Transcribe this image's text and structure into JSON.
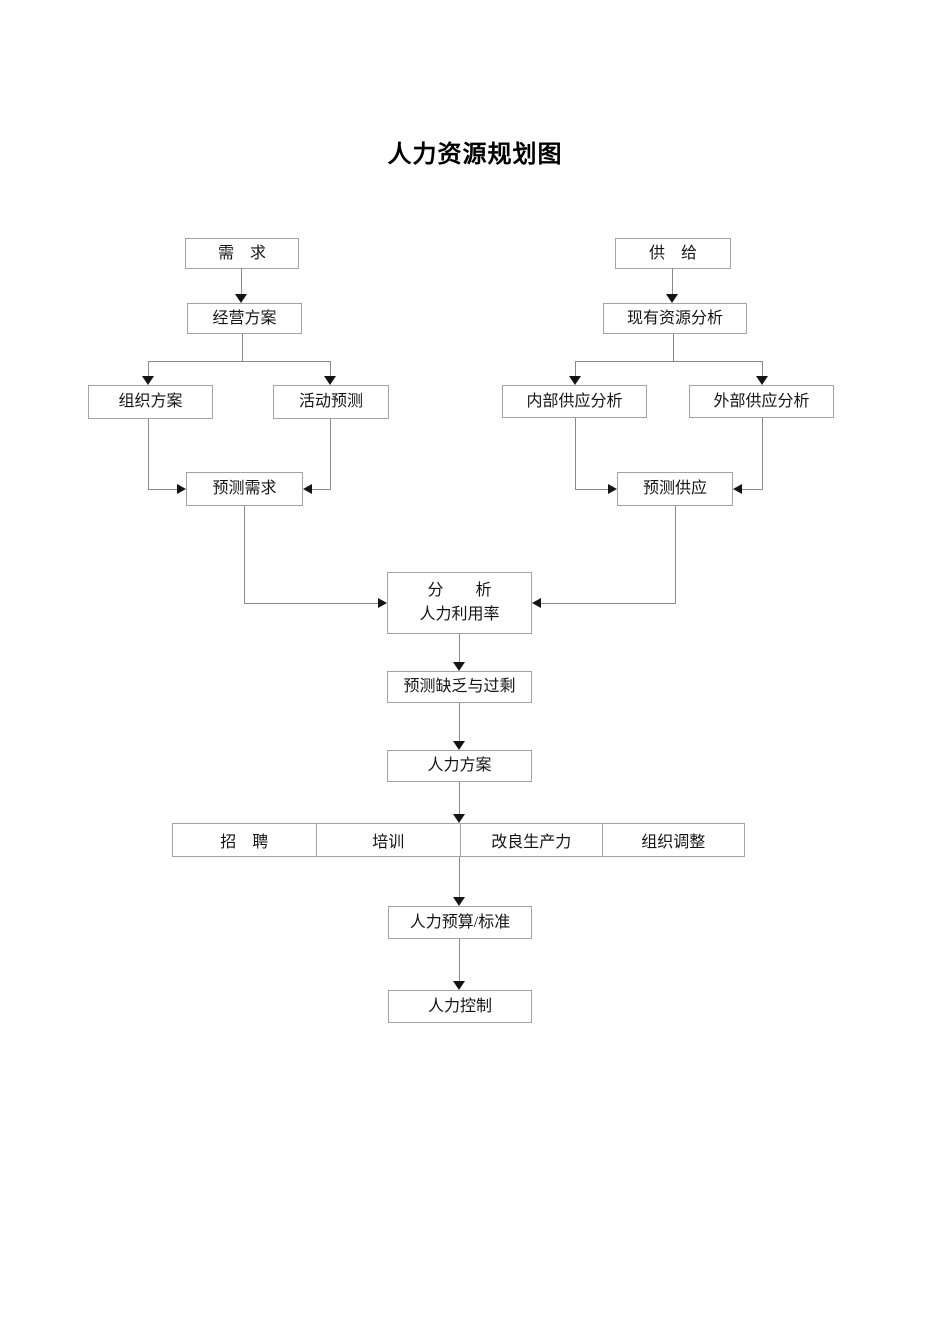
{
  "title": "人力资源规划图",
  "colors": {
    "background": "#ffffff",
    "box_border": "#a3a3a3",
    "connector_line": "#8a8a8a",
    "arrowhead": "#141414",
    "text": "#141414"
  },
  "nodes": {
    "demand": "需　求",
    "business_plan": "经营方案",
    "org_plan": "组织方案",
    "activity_forecast": "活动预测",
    "forecast_demand": "预测需求",
    "supply": "供　给",
    "existing_resource_analysis": "现有资源分析",
    "internal_supply_analysis": "内部供应分析",
    "external_supply_analysis": "外部供应分析",
    "forecast_supply": "预测供应",
    "utilization_analysis_line1": "分　　析",
    "utilization_analysis_line2": "人力利用率",
    "forecast_shortage_surplus": "预测缺乏与过剩",
    "hr_plan": "人力方案",
    "actions": [
      "招　聘",
      "培训",
      "改良生产力",
      "组织调整"
    ],
    "hr_budget_standard": "人力预算/标准",
    "hr_control": "人力控制"
  }
}
